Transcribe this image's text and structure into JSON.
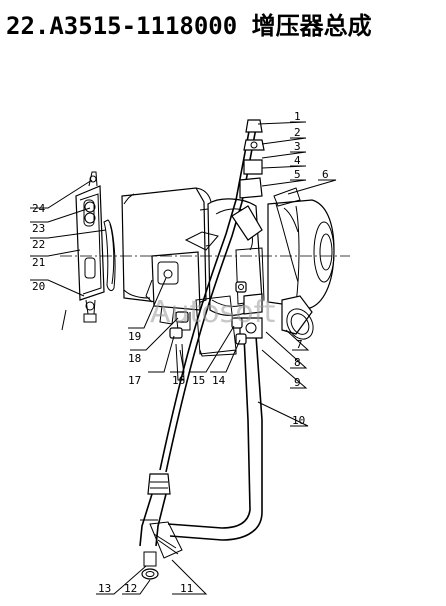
{
  "header": {
    "title": "22.A3515-1118000  增压器总成"
  },
  "watermark": "Autosoft",
  "callouts": [
    {
      "id": "1",
      "text": "1"
    },
    {
      "id": "2",
      "text": "2"
    },
    {
      "id": "3",
      "text": "3"
    },
    {
      "id": "4",
      "text": "4"
    },
    {
      "id": "5",
      "text": "5"
    },
    {
      "id": "6",
      "text": "6"
    },
    {
      "id": "7",
      "text": "7"
    },
    {
      "id": "8",
      "text": "8"
    },
    {
      "id": "9",
      "text": "9"
    },
    {
      "id": "10",
      "text": "10"
    },
    {
      "id": "11",
      "text": "11"
    },
    {
      "id": "12",
      "text": "12"
    },
    {
      "id": "13",
      "text": "13"
    },
    {
      "id": "14",
      "text": "14"
    },
    {
      "id": "15",
      "text": "15"
    },
    {
      "id": "16",
      "text": "16"
    },
    {
      "id": "17",
      "text": "17"
    },
    {
      "id": "18",
      "text": "18"
    },
    {
      "id": "19",
      "text": "19"
    },
    {
      "id": "20",
      "text": "20"
    },
    {
      "id": "21",
      "text": "21"
    },
    {
      "id": "22",
      "text": "22"
    },
    {
      "id": "23",
      "text": "23"
    },
    {
      "id": "24",
      "text": "24"
    }
  ]
}
